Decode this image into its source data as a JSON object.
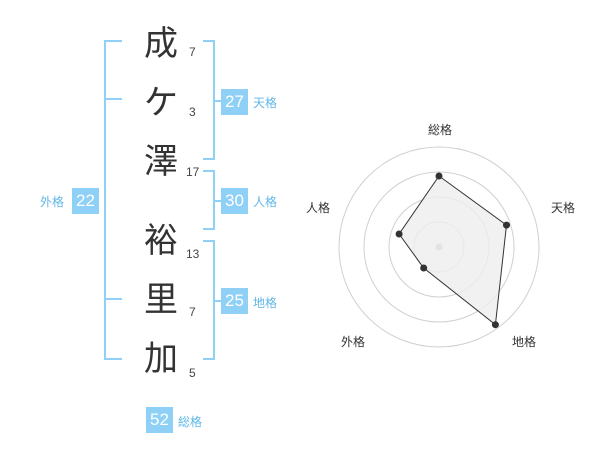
{
  "name": {
    "characters": [
      {
        "char": "成",
        "strokes": "7"
      },
      {
        "char": "ケ",
        "strokes": "3"
      },
      {
        "char": "澤",
        "strokes": "17"
      },
      {
        "char": "裕",
        "strokes": "13"
      },
      {
        "char": "里",
        "strokes": "7"
      },
      {
        "char": "加",
        "strokes": "5"
      }
    ]
  },
  "fortune": {
    "tenkaku": {
      "label": "天格",
      "value": "27"
    },
    "jinkaku": {
      "label": "人格",
      "value": "30"
    },
    "chikaku": {
      "label": "地格",
      "value": "25"
    },
    "gaikaku": {
      "label": "外格",
      "value": "22"
    },
    "soukaku": {
      "label": "総格",
      "value": "52"
    }
  },
  "radar": {
    "axes": [
      "総格",
      "天格",
      "地格",
      "外格",
      "人格"
    ],
    "levels": 4,
    "values": [
      0.71,
      0.71,
      0.96,
      0.26,
      0.42
    ]
  },
  "colors": {
    "accent": "#8fd0f6",
    "accent_text": "#60b7e8",
    "text": "#333333",
    "grid": "#d0d0d0",
    "radar_fill": "#eeeeee"
  }
}
